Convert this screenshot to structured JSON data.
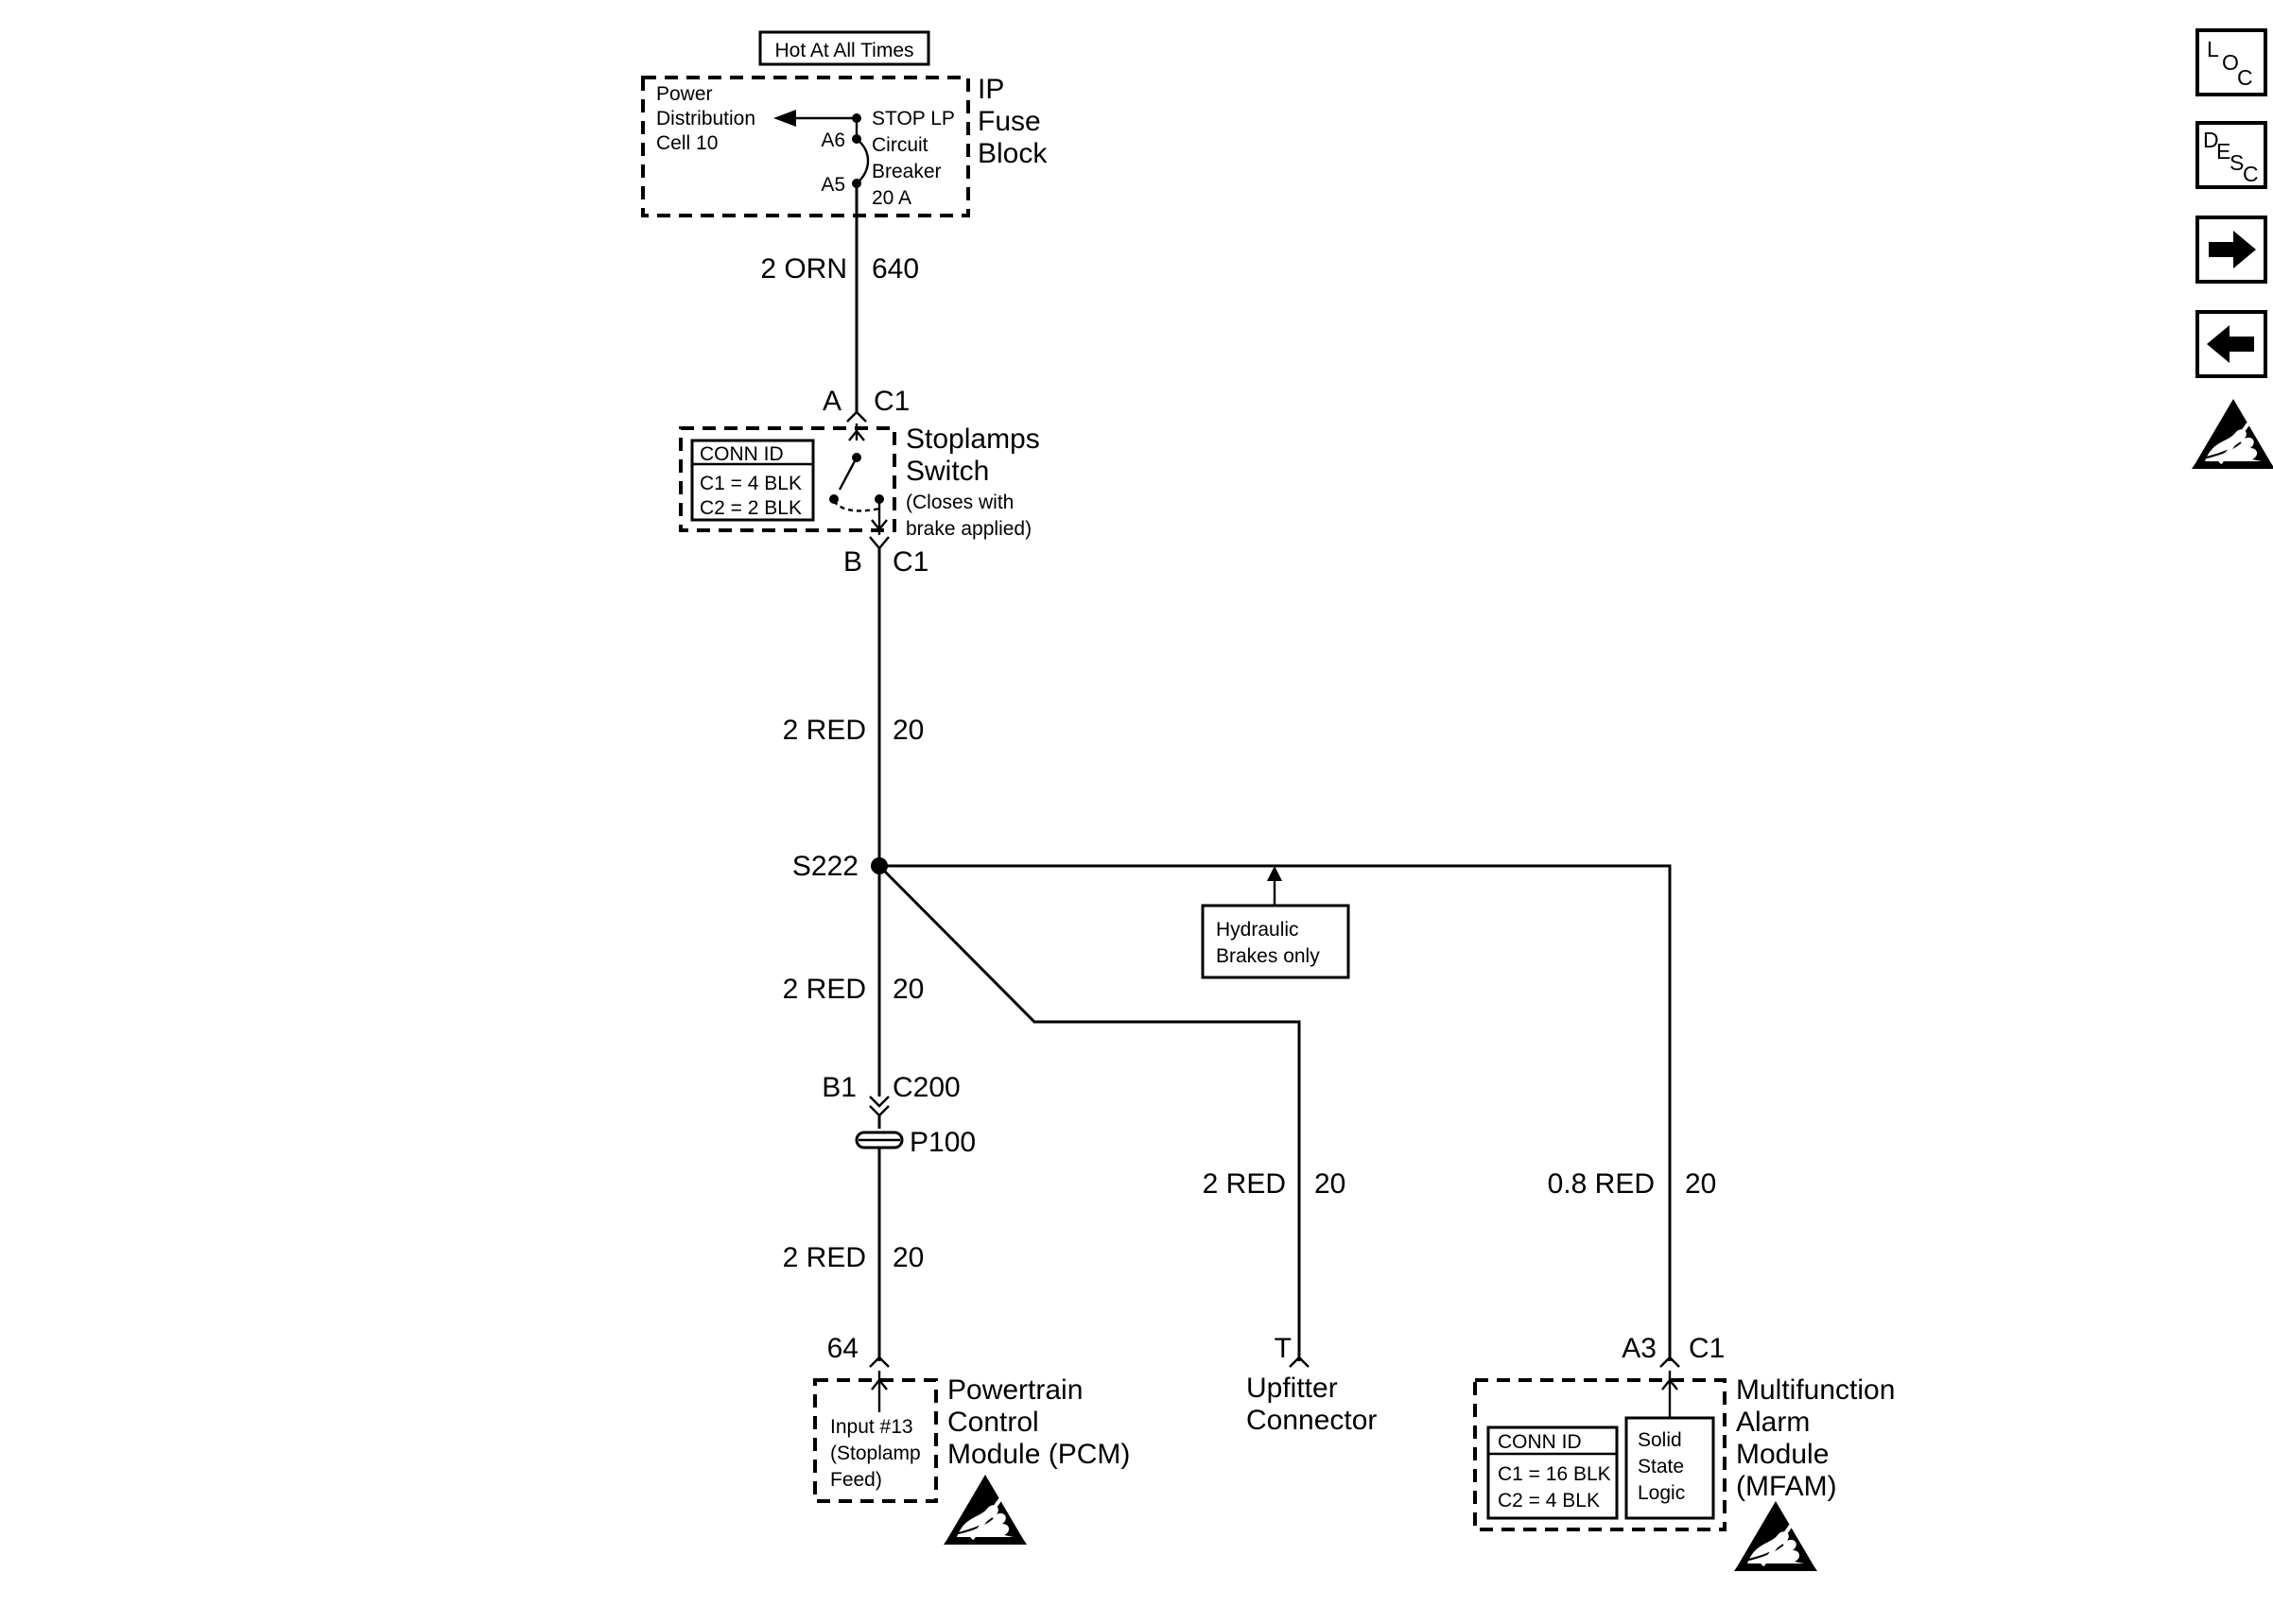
{
  "fuse_block": {
    "hot_label": "Hot At All Times",
    "name_line1": "IP",
    "name_line2": "Fuse",
    "name_line3": "Block",
    "power_dist_line1": "Power",
    "power_dist_line2": "Distribution",
    "power_dist_line3": "Cell 10",
    "breaker_line1": "STOP LP",
    "breaker_line2": "Circuit",
    "breaker_line3": "Breaker",
    "breaker_line4": "20 A",
    "pin_a6": "A6",
    "pin_a5": "A5"
  },
  "wires": {
    "w640_color": "2 ORN",
    "w640_circuit": "640",
    "w20a_color": "2 RED",
    "w20a_circuit": "20",
    "w20b_color": "2 RED",
    "w20b_circuit": "20",
    "w20c_color": "2 RED",
    "w20c_circuit": "20",
    "w20d_color": "2 RED",
    "w20d_circuit": "20",
    "w20e_color": "0.8 RED",
    "w20e_circuit": "20"
  },
  "stoplamp_switch": {
    "pin_top": "A",
    "conn_top": "C1",
    "pin_bottom": "B",
    "conn_bottom": "C1",
    "conn_id_header": "CONN ID",
    "conn_id_c1": "C1 = 4 BLK",
    "conn_id_c2": "C2 = 2 BLK",
    "name_line1": "Stoplamps",
    "name_line2": "Switch",
    "note_line1": "(Closes with",
    "note_line2": "brake applied)"
  },
  "splice": {
    "label": "S222"
  },
  "hydraulic_note": {
    "line1": "Hydraulic",
    "line2": "Brakes only"
  },
  "c200": {
    "pin": "B1",
    "conn": "C200"
  },
  "p100": {
    "label": "P100"
  },
  "pcm": {
    "pin": "64",
    "input_line1": "Input #13",
    "input_line2": "(Stoplamp",
    "input_line3": "Feed)",
    "name_line1": "Powertrain",
    "name_line2": "Control",
    "name_line3": "Module (PCM)"
  },
  "upfitter": {
    "pin": "T",
    "name_line1": "Upfitter",
    "name_line2": "Connector"
  },
  "mfam": {
    "pin": "A3",
    "conn": "C1",
    "conn_id_header": "CONN ID",
    "conn_id_c1": "C1 = 16 BLK",
    "conn_id_c2": "C2 = 4 BLK",
    "logic_line1": "Solid",
    "logic_line2": "State",
    "logic_line3": "Logic",
    "name_line1": "Multifunction",
    "name_line2": "Alarm",
    "name_line3": "Module",
    "name_line4": "(MFAM)"
  },
  "nav": {
    "loc_l": "L",
    "loc_o": "O",
    "loc_c": "C",
    "desc_d": "D",
    "desc_e": "E",
    "desc_s": "S",
    "desc_c": "C",
    "next_icon": "arrow-right-icon",
    "prev_icon": "arrow-left-icon",
    "esd_icon": "esd-warning-icon"
  }
}
